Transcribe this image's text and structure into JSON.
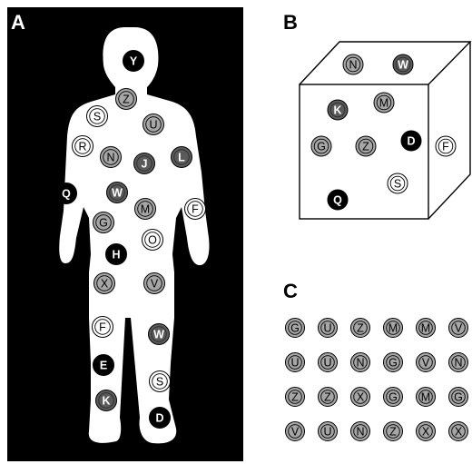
{
  "panels": {
    "a": {
      "label": "A"
    },
    "b": {
      "label": "B"
    },
    "c": {
      "label": "C"
    }
  },
  "colors": {
    "background": "#000000",
    "silhouette": "#ffffff",
    "token_white": "#ffffff",
    "token_gray": "#a6a6a6",
    "token_dark_gray": "#5a5a5a",
    "token_black": "#000000",
    "outline": "#000000"
  },
  "body_tokens": [
    {
      "letter": "Y",
      "shade": "black"
    },
    {
      "letter": "Z",
      "shade": "gray"
    },
    {
      "letter": "S",
      "shade": "white"
    },
    {
      "letter": "U",
      "shade": "gray"
    },
    {
      "letter": "R",
      "shade": "white"
    },
    {
      "letter": "N",
      "shade": "gray"
    },
    {
      "letter": "J",
      "shade": "darkgray"
    },
    {
      "letter": "L",
      "shade": "darkgray"
    },
    {
      "letter": "Q",
      "shade": "black"
    },
    {
      "letter": "W",
      "shade": "darkgray"
    },
    {
      "letter": "M",
      "shade": "gray"
    },
    {
      "letter": "F",
      "shade": "white"
    },
    {
      "letter": "G",
      "shade": "gray"
    },
    {
      "letter": "O",
      "shade": "white"
    },
    {
      "letter": "H",
      "shade": "black"
    },
    {
      "letter": "X",
      "shade": "gray"
    },
    {
      "letter": "V",
      "shade": "gray"
    },
    {
      "letter": "F",
      "shade": "white"
    },
    {
      "letter": "W",
      "shade": "darkgray"
    },
    {
      "letter": "E",
      "shade": "black"
    },
    {
      "letter": "S",
      "shade": "white"
    },
    {
      "letter": "K",
      "shade": "darkgray"
    },
    {
      "letter": "D",
      "shade": "black"
    }
  ],
  "cube_tokens": [
    {
      "letter": "N",
      "shade": "gray"
    },
    {
      "letter": "W",
      "shade": "darkgray"
    },
    {
      "letter": "K",
      "shade": "darkgray"
    },
    {
      "letter": "M",
      "shade": "gray"
    },
    {
      "letter": "G",
      "shade": "gray"
    },
    {
      "letter": "Z",
      "shade": "gray"
    },
    {
      "letter": "D",
      "shade": "black"
    },
    {
      "letter": "F",
      "shade": "white"
    },
    {
      "letter": "S",
      "shade": "white"
    },
    {
      "letter": "Q",
      "shade": "black"
    }
  ],
  "grid_rows": [
    [
      "G",
      "U",
      "Z",
      "M",
      "M",
      "V"
    ],
    [
      "U",
      "U",
      "N",
      "G",
      "V",
      "N"
    ],
    [
      "Z",
      "Z",
      "X",
      "G",
      "M",
      "G"
    ],
    [
      "V",
      "U",
      "N",
      "Z",
      "X",
      "X"
    ]
  ]
}
